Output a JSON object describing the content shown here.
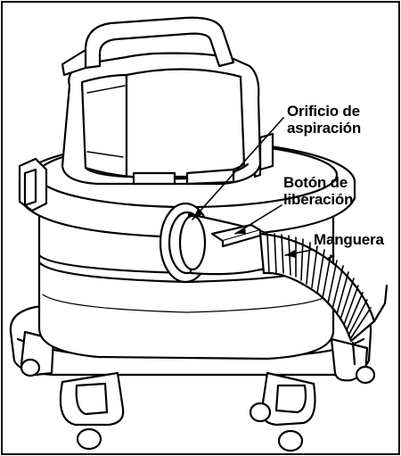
{
  "diagram": {
    "labels": {
      "suction_port": [
        "Orificio de",
        "aspiración"
      ],
      "release_button": [
        "Botón de",
        "liberación"
      ],
      "hose": "Manguera"
    },
    "colors": {
      "line": "#000000",
      "fill": "#ffffff",
      "shade": "#f2f2f2"
    }
  }
}
